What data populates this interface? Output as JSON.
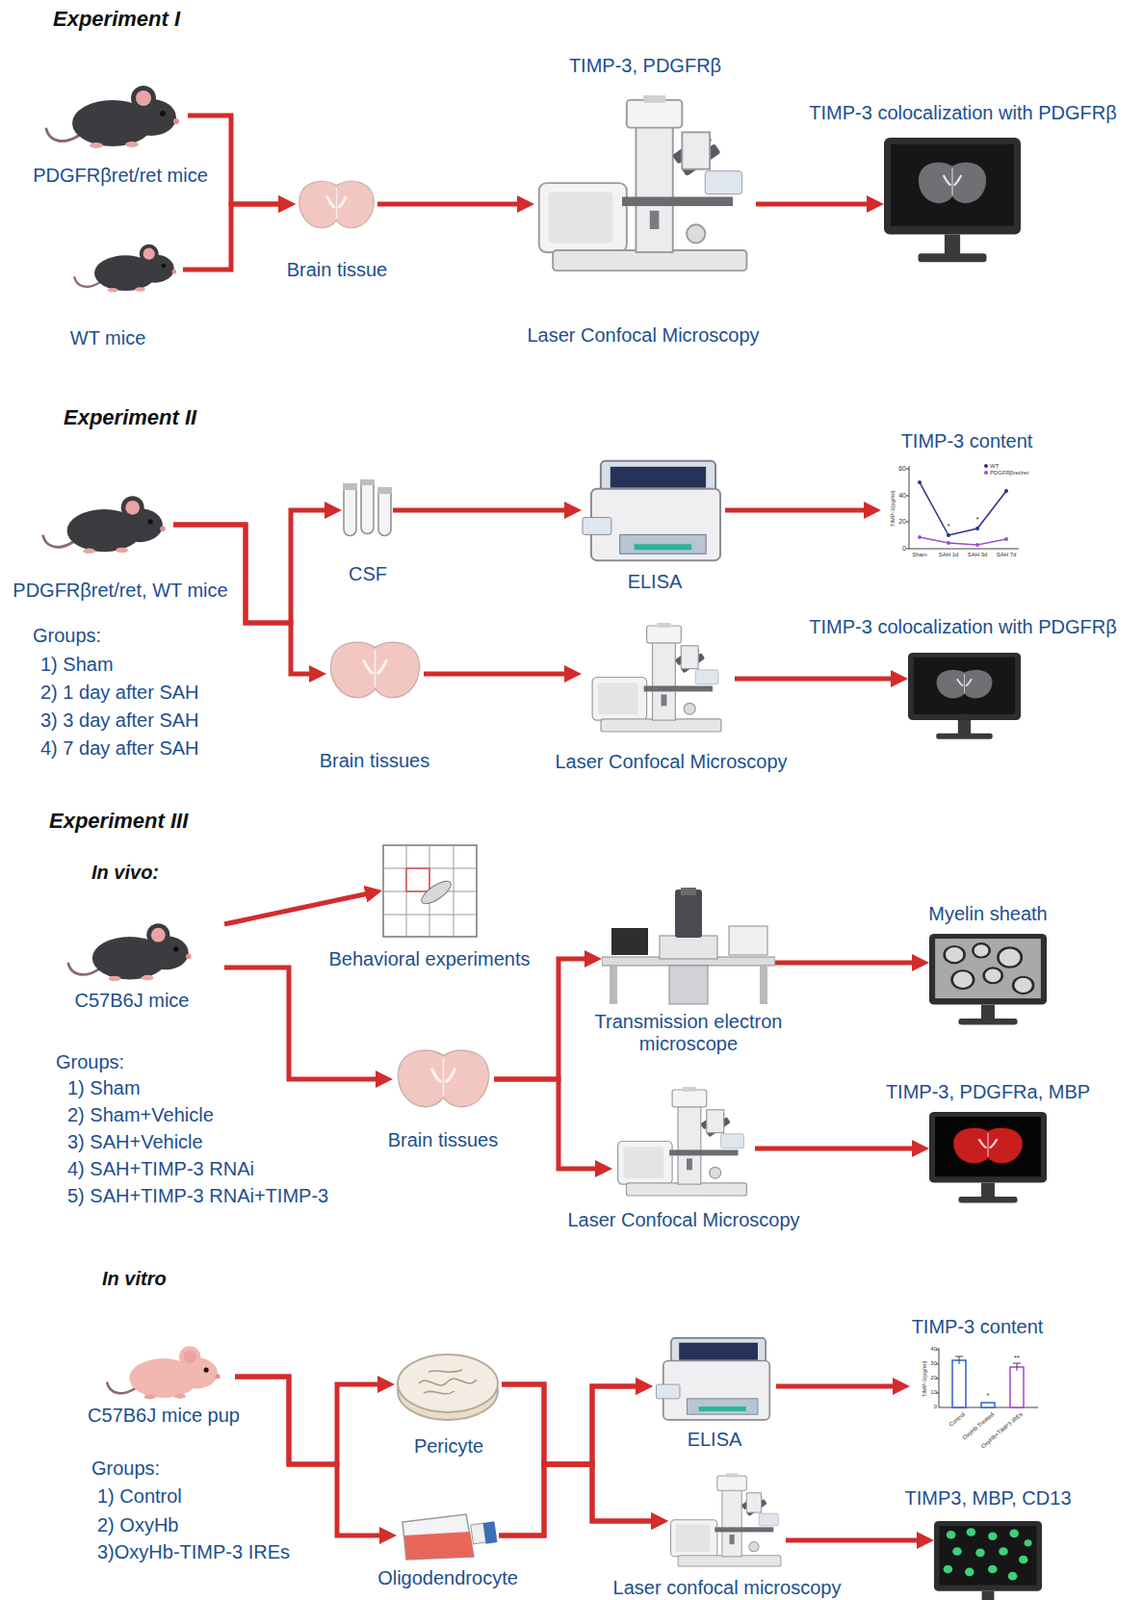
{
  "diagram": {
    "nodes": [
      {
        "text": [
          "PDGFRβret/ret mice"
        ]
      },
      {
        "text": [
          "WT mice"
        ]
      },
      {
        "text": [
          "Brain tissue"
        ]
      },
      {
        "text": [
          "TIMP-3, PDGFRβ",
          "Laser Confocal Microscopy"
        ]
      },
      {
        "text": [
          "TIMP-3 colocalization with PDGFRβ"
        ]
      },
      {
        "text": [
          "PDGFRβret/ret, WT mice",
          "Groups:",
          "1) Sham",
          "2) 1 day after SAH",
          "3) 3 day after SAH",
          "4) 7 day after SAH"
        ]
      },
      {
        "text": [
          "CSF"
        ]
      },
      {
        "text": [
          "ELISA"
        ]
      },
      {
        "text": [
          "TIMP-3 content"
        ]
      },
      {
        "text": [
          "Brain tissues"
        ]
      },
      {
        "text": [
          "Laser Confocal Microscopy"
        ]
      },
      {
        "text": [
          "TIMP-3 colocalization with PDGFRβ"
        ]
      },
      {
        "text": [
          "C57B6J mice",
          "Groups:",
          "1) Sham",
          "2) Sham+Vehicle",
          "3) SAH+Vehicle",
          "4) SAH+TIMP-3 RNAi",
          "5) SAH+TIMP-3 RNAi+TIMP-3"
        ]
      },
      {
        "text": [
          "Behavioral experiments"
        ]
      },
      {
        "text": [
          "Brain tissues"
        ]
      },
      {
        "text": [
          "Transmission electron microscope"
        ]
      },
      {
        "text": [
          "Myelin sheath"
        ]
      },
      {
        "text": [
          "Laser Confocal Microscopy"
        ]
      },
      {
        "text": [
          "TIMP-3, PDGFRa, MBP"
        ]
      },
      {
        "text": [
          "C57B6J mice pup",
          "Groups:",
          "1) Control",
          "2) OxyHb",
          "3)OxyHb-TIMP-3 IREs"
        ]
      },
      {
        "text": [
          "Pericyte"
        ]
      },
      {
        "text": [
          "Oligodendrocyte"
        ]
      },
      {
        "text": [
          "ELISA"
        ]
      },
      {
        "text": [
          "Laser confocal microscopy"
        ]
      },
      {
        "text": [
          "TIMP-3 content"
        ]
      },
      {
        "text": [
          "TIMP3, MBP, CD13"
        ]
      }
    ],
    "edges": [
      {
        "from": 0,
        "to": 2,
        "arrow": "to"
      },
      {
        "from": 1,
        "to": 2,
        "arrow": "to"
      },
      {
        "from": 2,
        "to": 3,
        "arrow": "to"
      },
      {
        "from": 3,
        "to": 4,
        "arrow": "to"
      },
      {
        "from": 5,
        "to": 6,
        "arrow": "to"
      },
      {
        "from": 5,
        "to": 9,
        "arrow": "to"
      },
      {
        "from": 6,
        "to": 7,
        "arrow": "to"
      },
      {
        "from": 7,
        "to": 8,
        "arrow": "to"
      },
      {
        "from": 9,
        "to": 10,
        "arrow": "to"
      },
      {
        "from": 10,
        "to": 11,
        "arrow": "to"
      },
      {
        "from": 12,
        "to": 13,
        "arrow": "to"
      },
      {
        "from": 12,
        "to": 14,
        "arrow": "to"
      },
      {
        "from": 14,
        "to": 15,
        "arrow": "to"
      },
      {
        "from": 14,
        "to": 17,
        "arrow": "to"
      },
      {
        "from": 15,
        "to": 16,
        "arrow": "to"
      },
      {
        "from": 17,
        "to": 18,
        "arrow": "to"
      },
      {
        "from": 19,
        "to": 20,
        "arrow": "to"
      },
      {
        "from": 19,
        "to": 21,
        "arrow": "to"
      },
      {
        "from": 20,
        "to": 22,
        "arrow": "to"
      },
      {
        "from": 20,
        "to": 23,
        "arrow": "to"
      },
      {
        "from": 21,
        "to": 22,
        "arrow": "to"
      },
      {
        "from": 21,
        "to": 23,
        "arrow": "to"
      },
      {
        "from": 22,
        "to": 24,
        "arrow": "to"
      },
      {
        "from": 23,
        "to": 25,
        "arrow": "to"
      }
    ],
    "labels": [
      "Experiment I",
      "Experiment II",
      "Experiment III",
      "In vivo:",
      "In vitro",
      "60",
      "40",
      "20",
      "0",
      "TIMP-3(pg/ml)",
      "Sham",
      "SAH 1d",
      "SAH 3d",
      "SAH 7d",
      "*",
      "*",
      "40",
      "30",
      "20",
      "10",
      "0",
      "TIMP-3(pg/ml)",
      "Control",
      "OxyHb Treated",
      "OxyHb+TIMP3 IREs",
      "*",
      "**"
    ],
    "legend": [
      {
        "text": "WT",
        "color": "#2a2f86"
      },
      {
        "text": "PDGFRβret/ret",
        "color": "#9a4fd0"
      }
    ]
  }
}
